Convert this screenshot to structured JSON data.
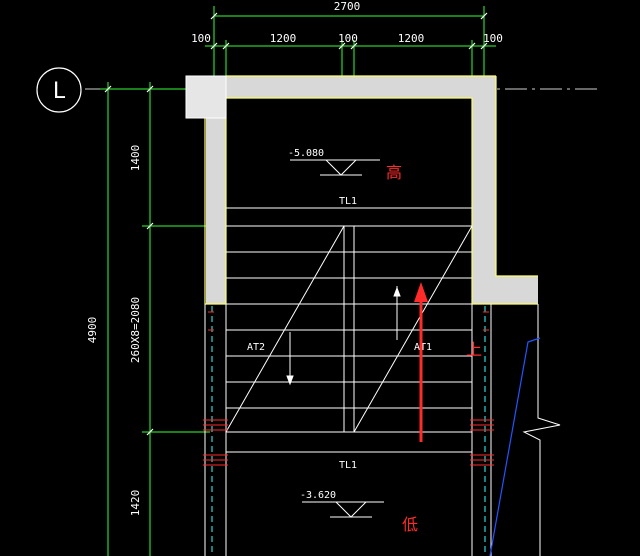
{
  "drawing": {
    "axis_label": "L",
    "top_dims": {
      "overall": "2700",
      "segments": [
        "100",
        "1200",
        "100",
        "1200",
        "100"
      ]
    },
    "left_dims": {
      "overall": "4900",
      "segments": [
        "1400",
        "260X8=2080",
        "1420"
      ]
    },
    "levels": {
      "high_elev": "-5.080",
      "high_label": "高",
      "low_elev": "-3.620",
      "low_label": "低"
    },
    "beams": {
      "top": "TL1",
      "bottom": "TL1"
    },
    "flights": {
      "left": "AT2",
      "right": "AT1"
    },
    "up_label": "上",
    "colors": {
      "wall_fill": "#d8d8d8",
      "wall_edge": "#ffff66",
      "dim_green": "#33ff33",
      "cyan": "#33ffff",
      "red": "#ff2a2a",
      "blue": "#2255ff",
      "line": "#ffffff"
    }
  }
}
